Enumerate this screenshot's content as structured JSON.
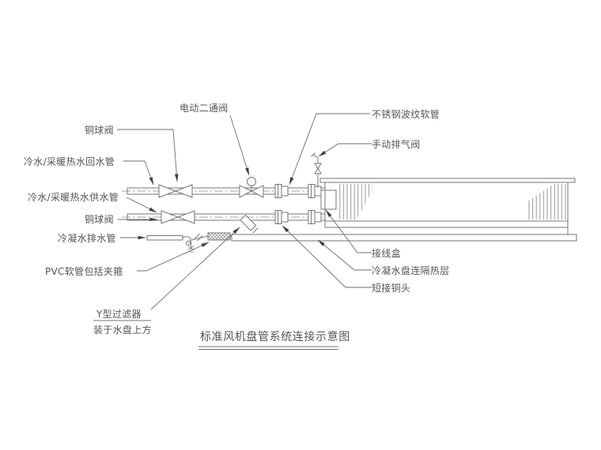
{
  "page": {
    "background": "#ffffff"
  },
  "drawing": {
    "title": "标准风机盘管系统连接示意图",
    "line_color": "#767676",
    "text_color": "#555555",
    "labels": {
      "electric_two_way_valve": "电动二通阀",
      "ball_valve_top": "铜球阀",
      "return_pipe": "冷水/采暖热水回水管",
      "supply_pipe": "冷水/采暖热水供水管",
      "ball_valve_bottom": "铜球阀",
      "condensate_drain_pipe": "冷凝水排水管",
      "pvc_hose": "PVC软管包括夹箍",
      "y_strainer": "Y型过滤器",
      "y_strainer_note": "装于水盘上方",
      "stainless_corrugated_hose": "不锈钢波纹软管",
      "manual_air_vent": "手动排气阀",
      "junction_box": "接线盒",
      "condensate_pan_insulation": "冷凝水盘连隔热层",
      "short_copper_fitting": "短接铜头"
    }
  }
}
